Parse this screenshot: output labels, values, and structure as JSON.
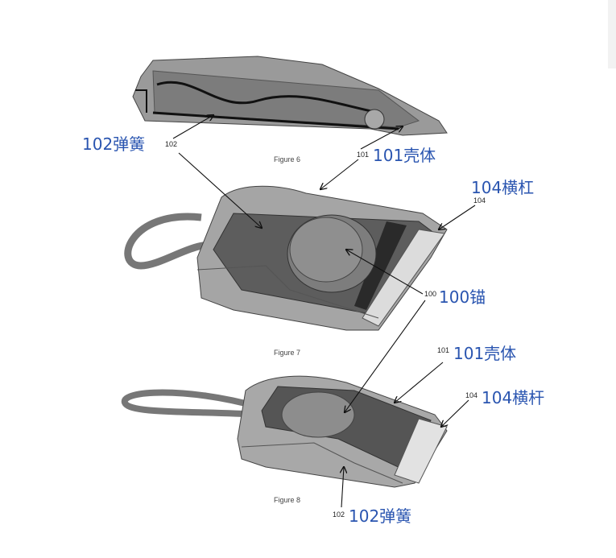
{
  "figures": [
    {
      "caption": "Figure 6"
    },
    {
      "caption": "Figure 7"
    },
    {
      "caption": "Figure 8"
    }
  ],
  "labels": {
    "fig6_spring": {
      "ref": "102",
      "cn": "102弹簧"
    },
    "fig6_shell": {
      "ref": "101",
      "cn": "101壳体"
    },
    "fig7_crossbar": {
      "ref": "104",
      "cn": "104横杠"
    },
    "fig7_anchor": {
      "ref": "100",
      "cn": "100锚"
    },
    "fig8_shell": {
      "ref": "101",
      "cn": "101壳体"
    },
    "fig8_crossbar": {
      "ref": "104",
      "cn": "104横杆"
    },
    "fig8_spring": {
      "ref": "102",
      "cn": "102弹簧"
    }
  },
  "colors": {
    "annotation": "#2a55b0",
    "part": "#8a8a8a",
    "dark": "#333333"
  }
}
